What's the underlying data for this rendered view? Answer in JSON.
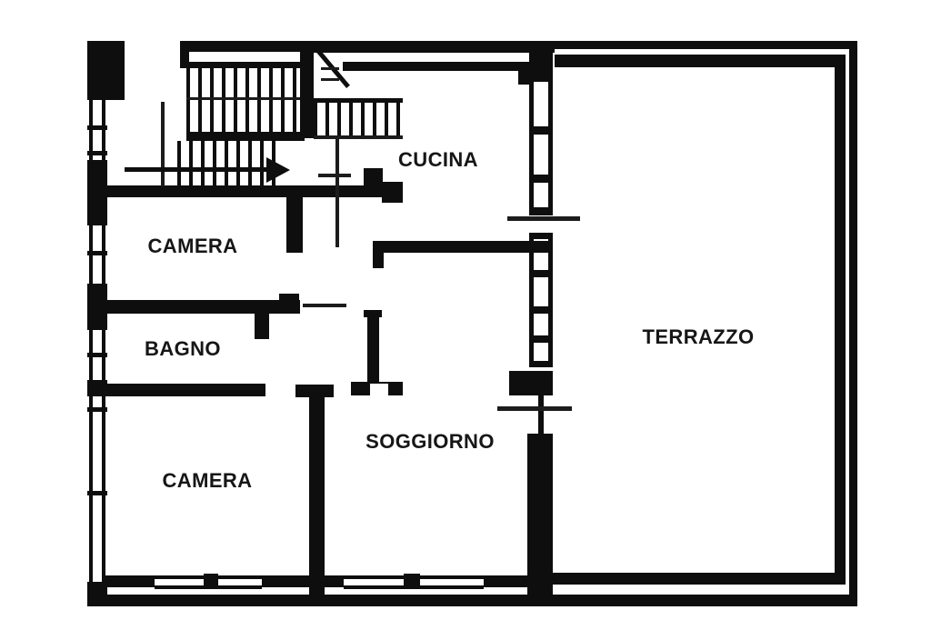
{
  "plan": {
    "rooms": {
      "cucina": {
        "label": "CUCINA"
      },
      "camera_nord": {
        "label": "CAMERA"
      },
      "bagno": {
        "label": "BAGNO"
      },
      "camera_sud": {
        "label": "CAMERA"
      },
      "soggiorno": {
        "label": "SOGGIORNO"
      },
      "terrazzo": {
        "label": "TERRAZZO"
      }
    },
    "colors": {
      "ink": "#0e0e0e",
      "paper": "#ffffff"
    }
  }
}
